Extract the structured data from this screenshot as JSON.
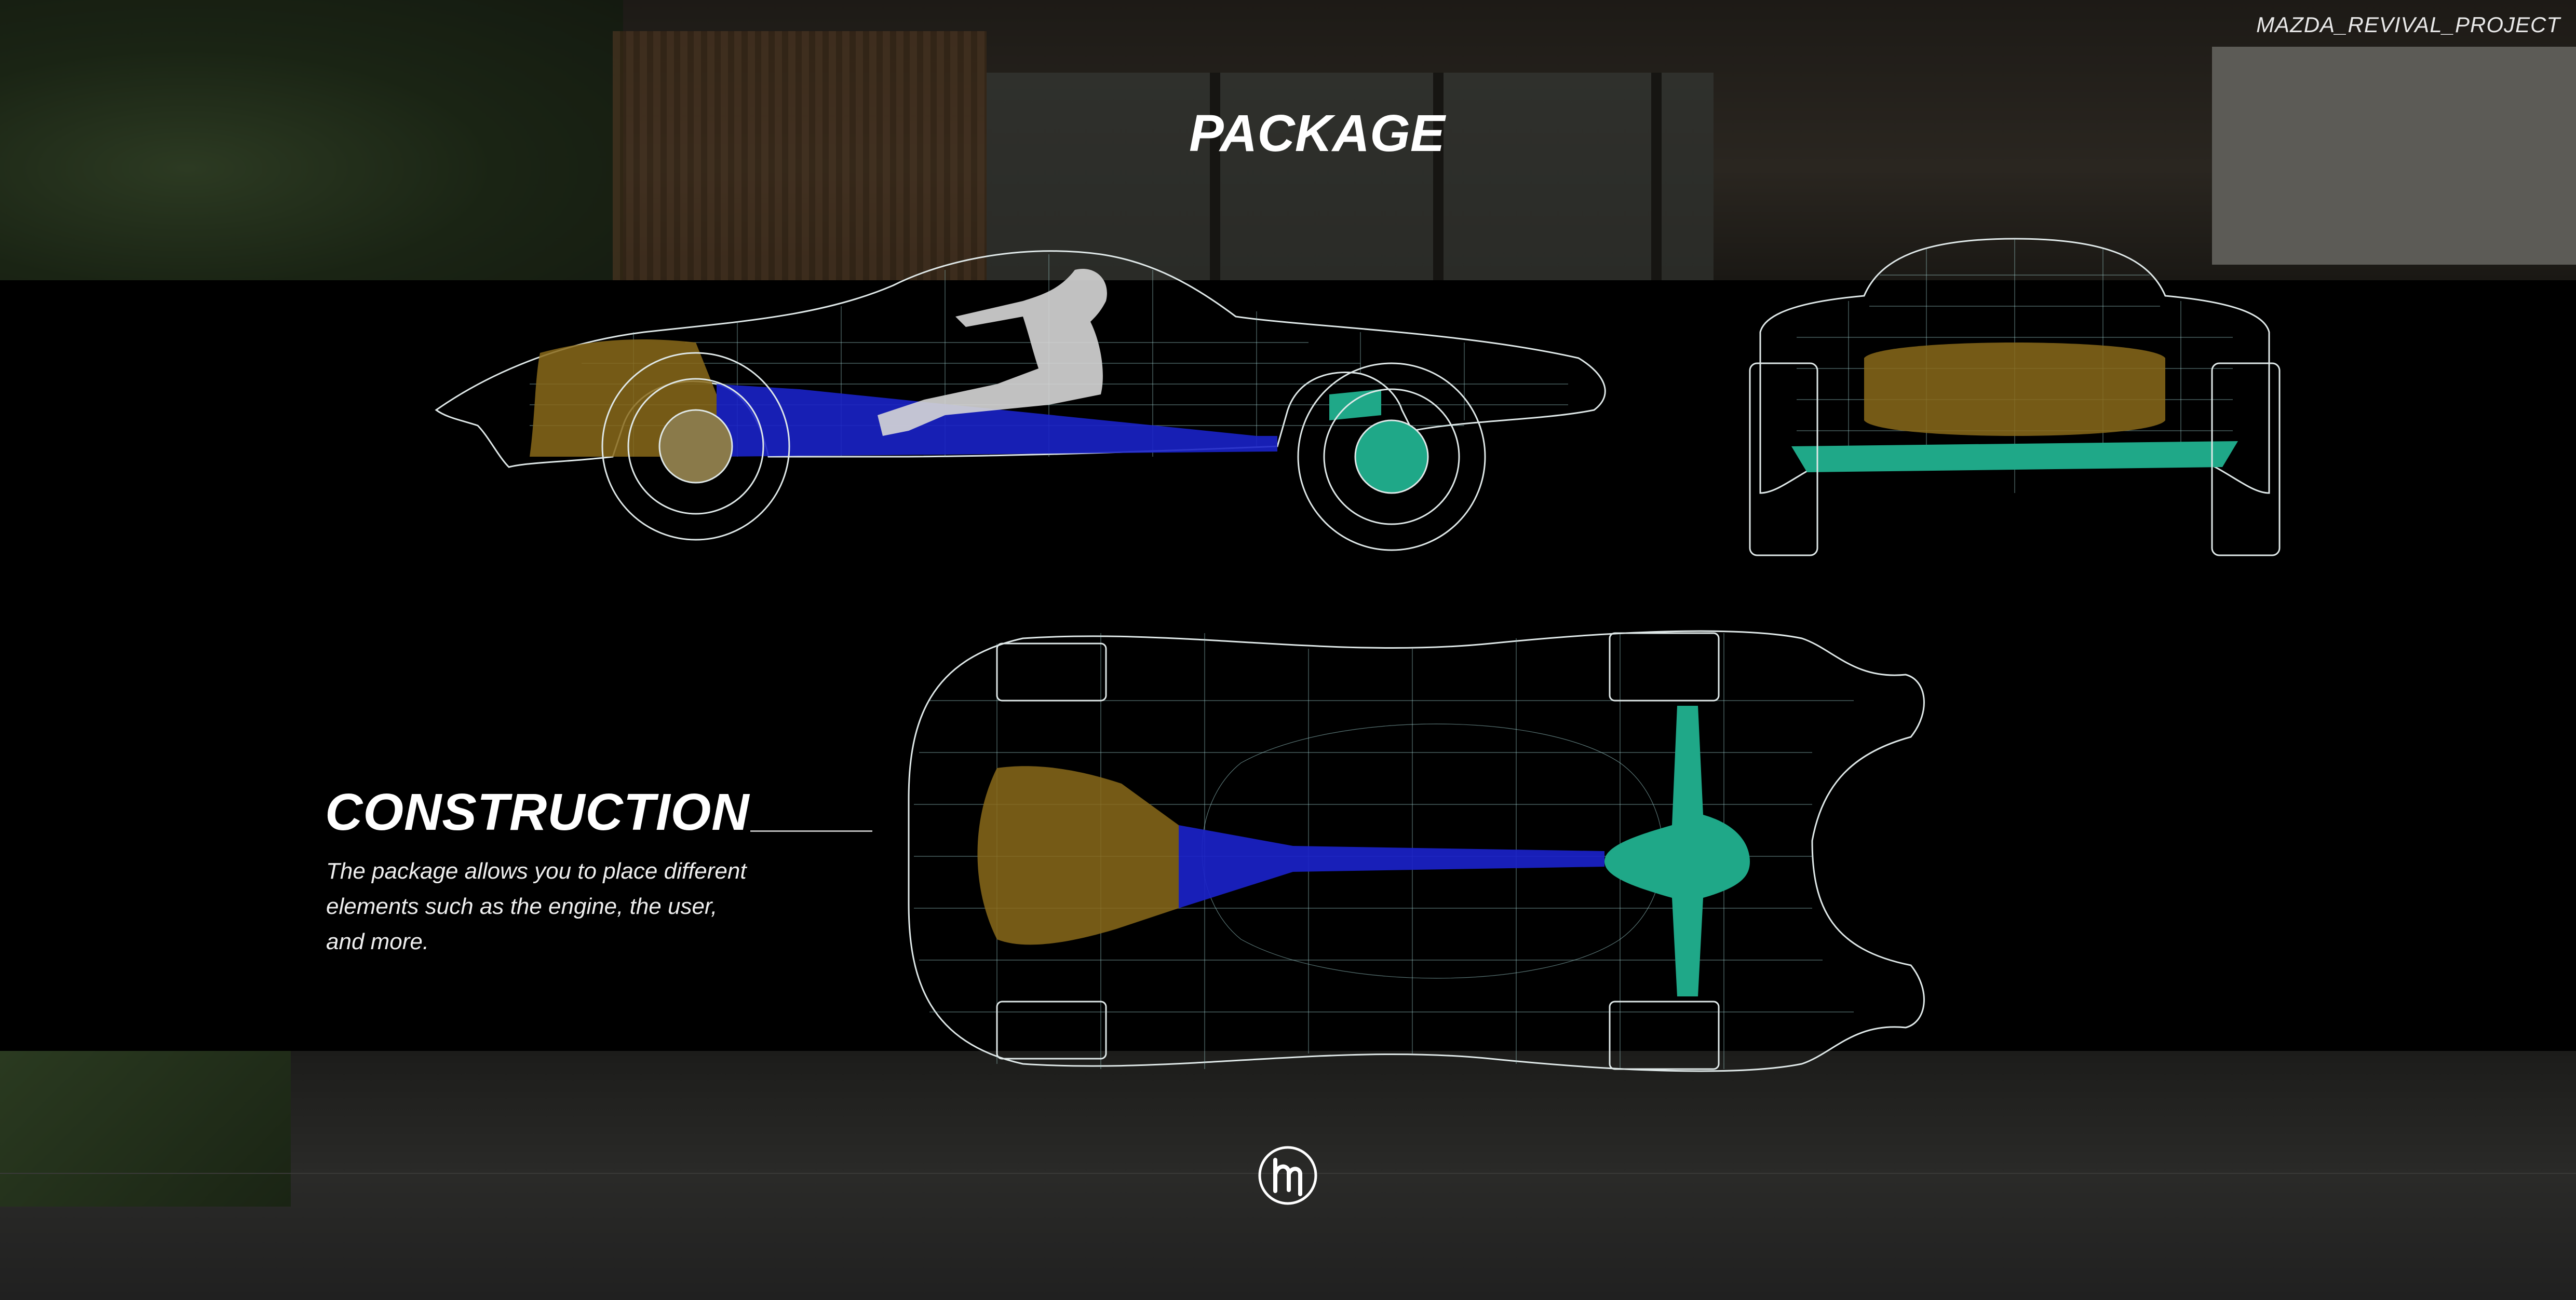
{
  "project_label": "MAZDA_REVIVAL_PROJECT",
  "title": "PACKAGE",
  "construction": {
    "heading": "CONSTRUCTION",
    "description": "The package allows you to place different elements such as the engine, the user, and more."
  },
  "colors": {
    "engine": "#8a6a1a",
    "driveshaft": "#1a22c8",
    "rear_axle": "#1fa888",
    "wireframe": "#dfe8e8",
    "body_fill": "#1f3432"
  },
  "logo_icon": "mazda-logo-icon"
}
